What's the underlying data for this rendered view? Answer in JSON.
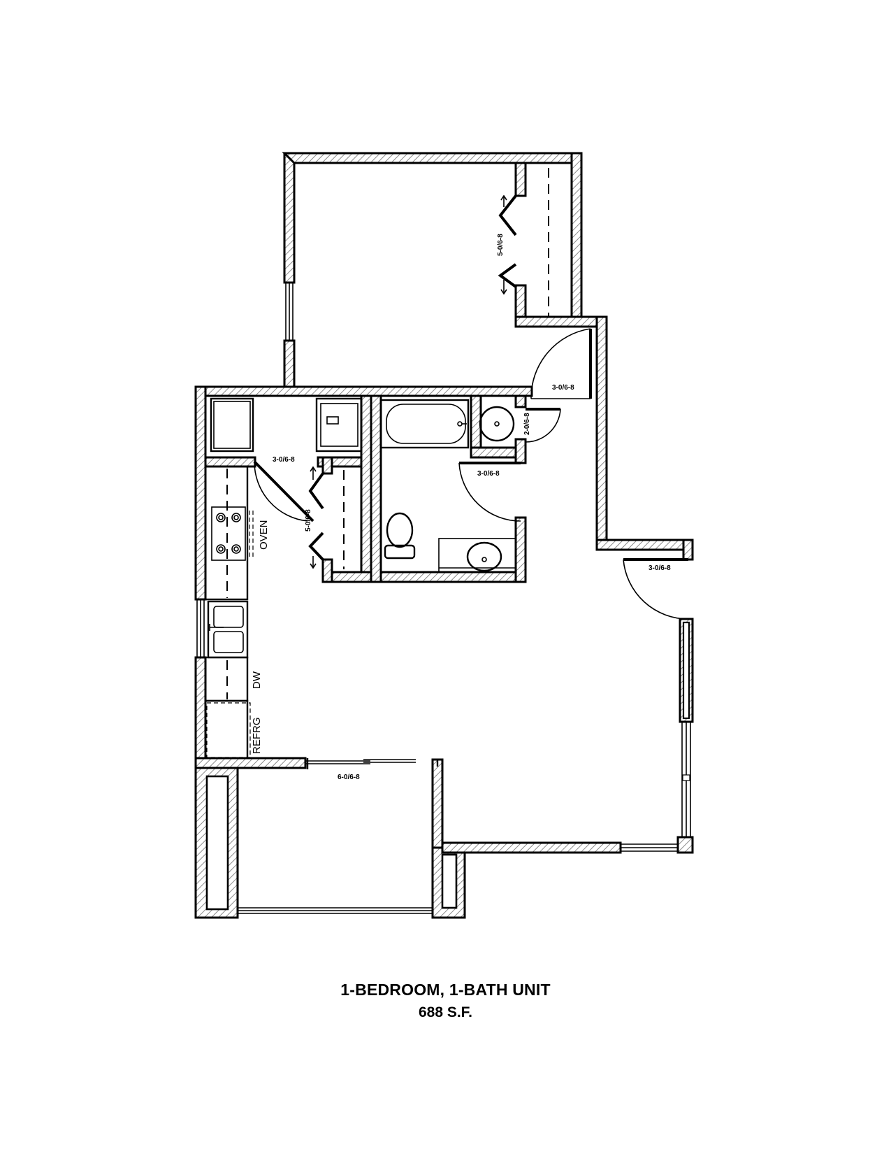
{
  "plan": {
    "title": "1-BEDROOM, 1-BATH UNIT",
    "area": "688 S.F."
  },
  "labels": {
    "bedroom_closet_door": "5-0/6-8",
    "bedroom_door": "3-0/6-8",
    "linen_closet_door": "2-0/6-8",
    "laundry_door": "3-0/6-8",
    "hall_closet_door": "5-0/6-8",
    "bath_door": "3-0/6-8",
    "entry_door": "3-0/6-8",
    "patio_door": "6-0/6-8"
  },
  "fixtures": {
    "oven": "OVEN",
    "dishwasher": "DW",
    "refrigerator": "REFRG"
  }
}
